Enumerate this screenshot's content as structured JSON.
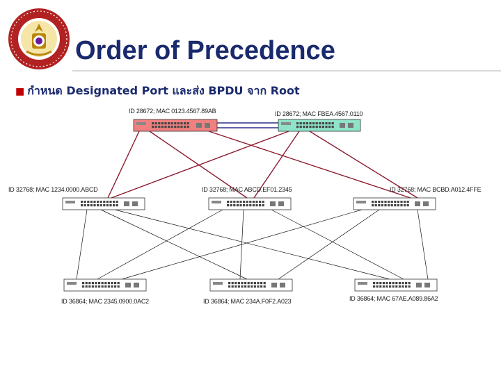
{
  "slide": {
    "title": "Order of Precedence",
    "subtitle": "กำหนด  Designated Port และส่ง  BPDU จาก Root"
  },
  "colors": {
    "title": "#1a2a6e",
    "bullet": "#c00000",
    "uplink": "#8b1a2e",
    "access_link": "#111111",
    "root_link": "#2b2f8a",
    "root_switch": "#f08080",
    "secondary_switch": "#8fe3c8"
  },
  "icons": {
    "bullet": "bullet-n-icon",
    "logo": "university-seal-logo"
  },
  "switches": {
    "core": [
      {
        "id": "core-1",
        "label": "ID 28672; MAC 0123.4567.89AB"
      },
      {
        "id": "core-2",
        "label": "ID 28672; MAC FBEA.4567.0110"
      }
    ],
    "distribution": [
      {
        "id": "dist-1",
        "label": "ID 32768; MAC 1234.0000.ABCD"
      },
      {
        "id": "dist-2",
        "label": "ID 32768; MAC ABCD.EF01.2345"
      },
      {
        "id": "dist-3",
        "label": "ID 32768; MAC BCBD.A012.4FFE"
      }
    ],
    "access": [
      {
        "id": "acc-1",
        "label": "ID 36864; MAC 2345.0900.0AC2"
      },
      {
        "id": "acc-2",
        "label": "ID 36864; MAC 234A.F0F2.A023"
      },
      {
        "id": "acc-3",
        "label": "ID 36864; MAC 67AE.A089.86A2"
      }
    ]
  }
}
